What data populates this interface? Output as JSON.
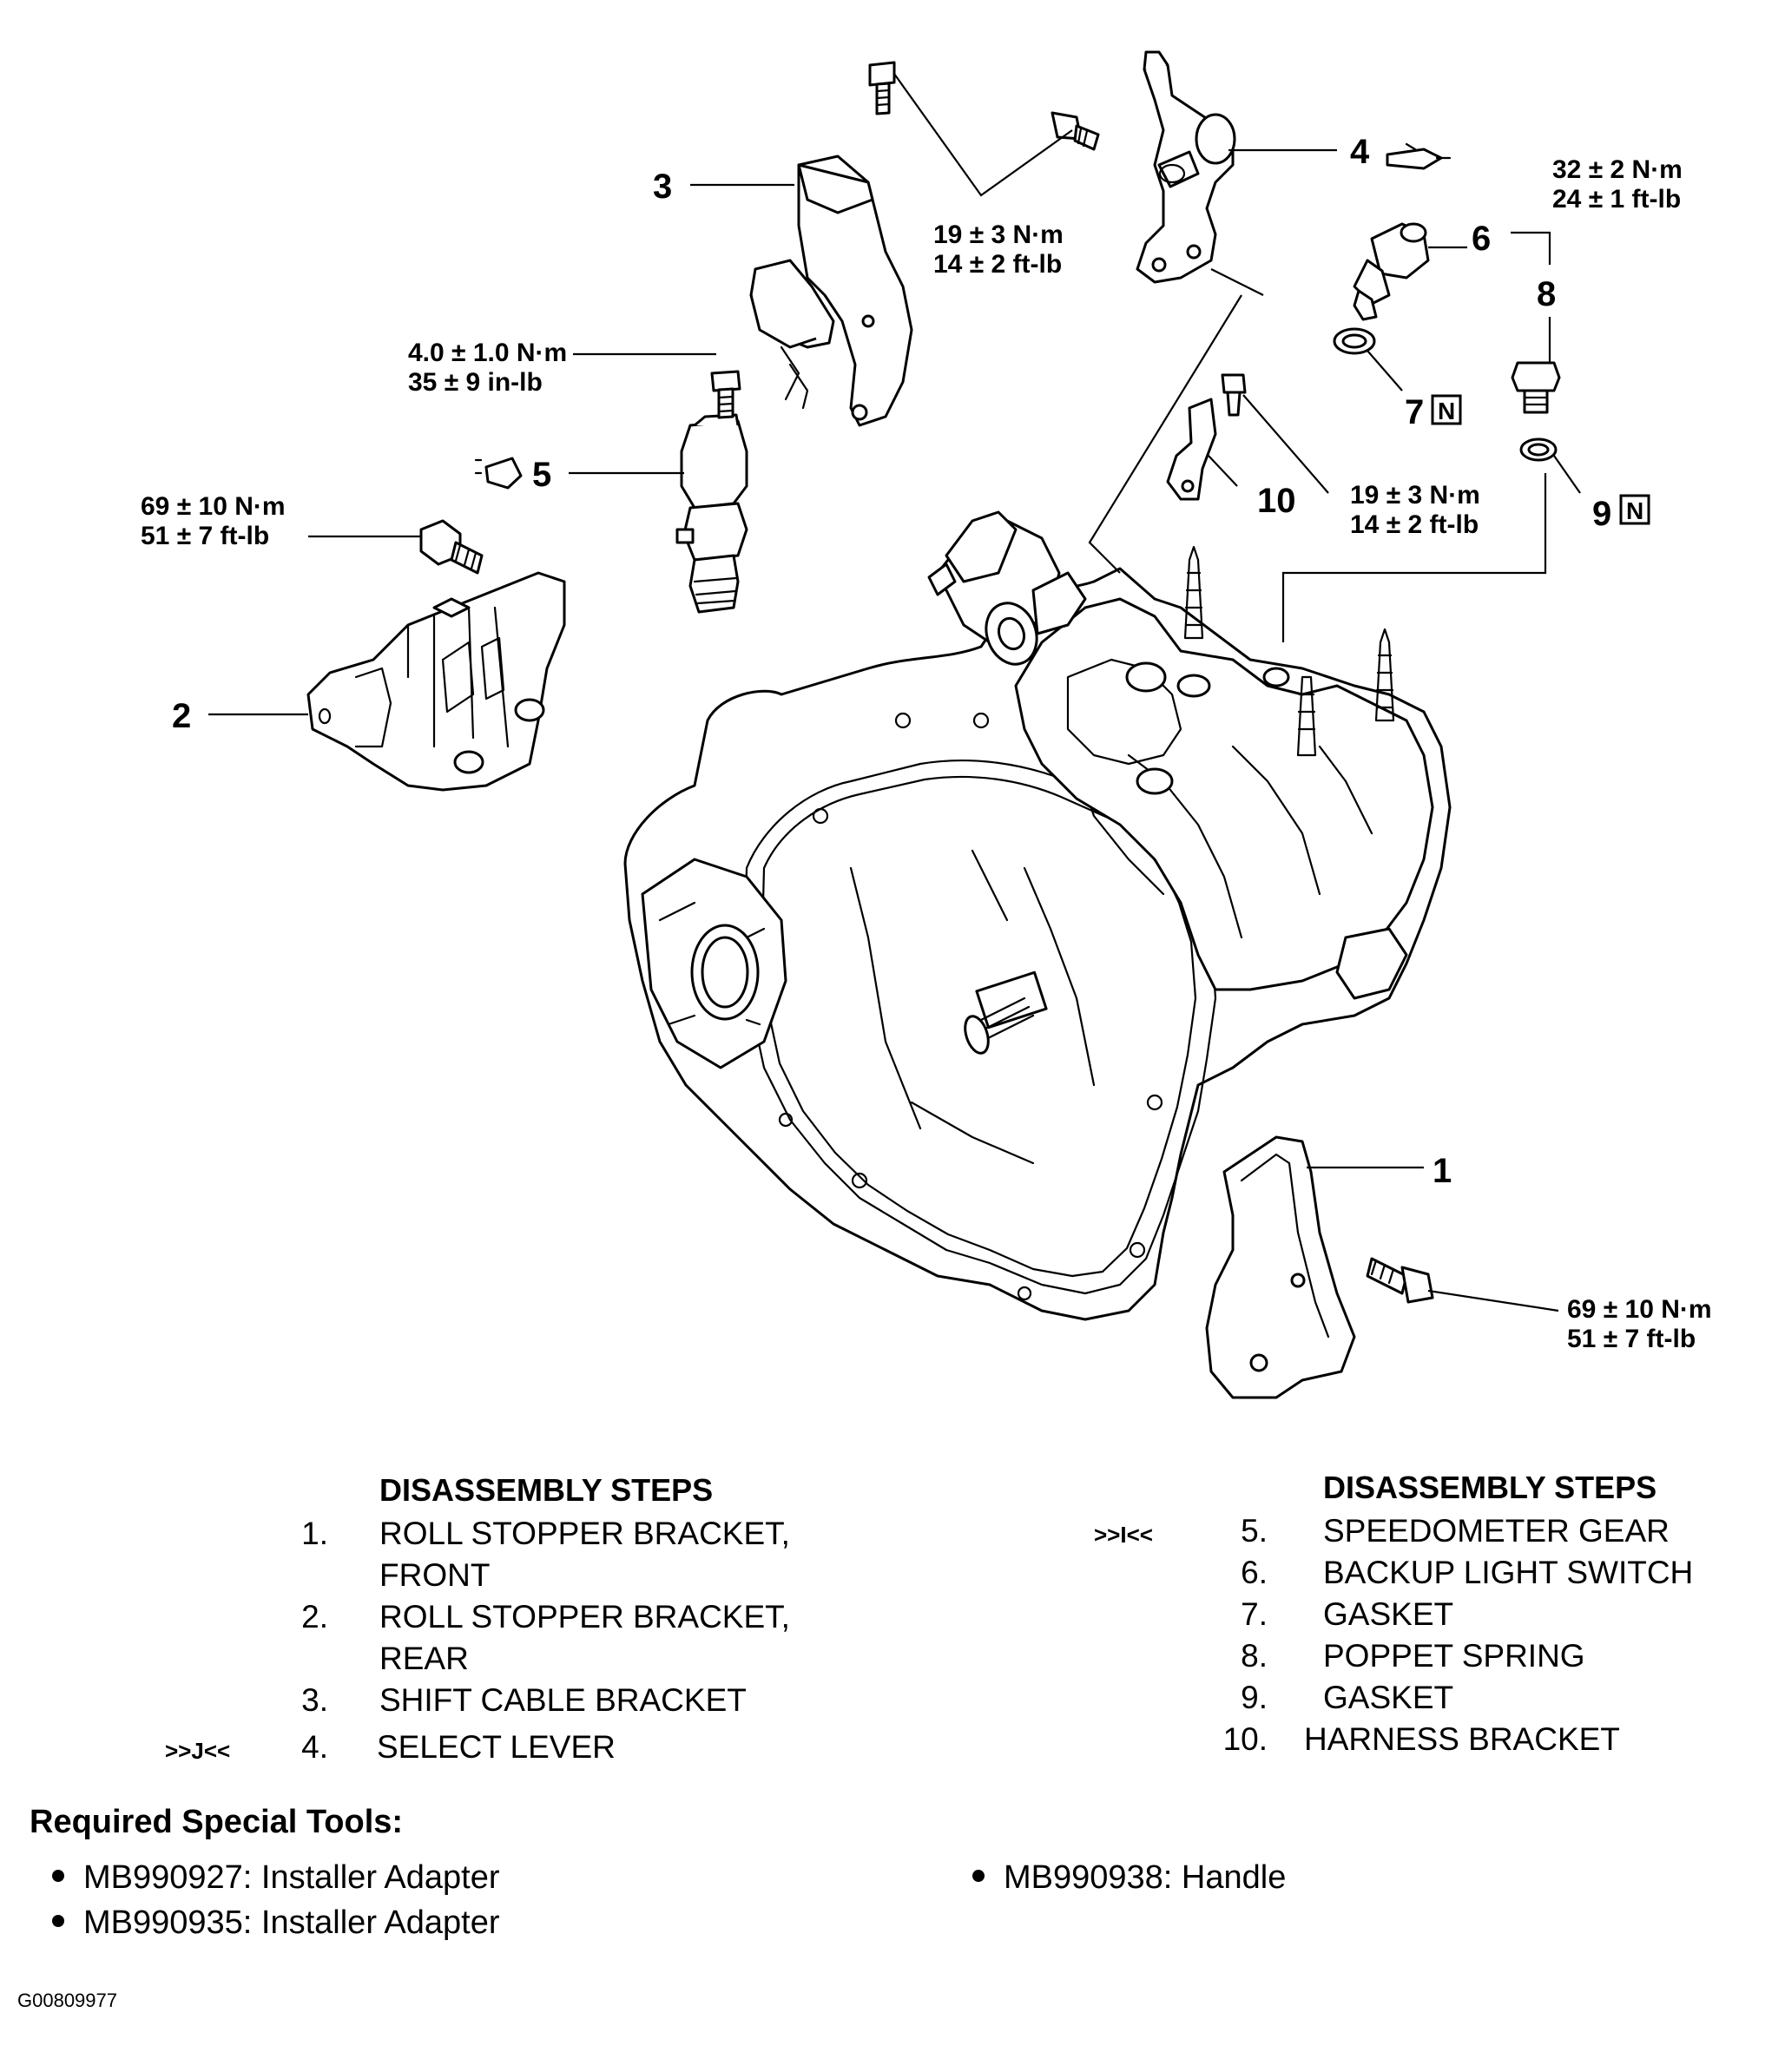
{
  "callouts": [
    "1",
    "2",
    "3",
    "4",
    "5",
    "6",
    "7",
    "8",
    "9",
    "10"
  ],
  "torque_specs": {
    "t3_bolts": [
      "19 ± 3 N·m",
      "14 ± 2 ft-lb"
    ],
    "t5_bolt": [
      "4.0 ± 1.0 N·m",
      "35 ± 9 in-lb"
    ],
    "t2_bolt": [
      "69 ± 10 N·m",
      "51 ± 7 ft-lb"
    ],
    "t68": [
      "32 ± 2 N·m",
      "24 ± 1 ft-lb"
    ],
    "t10_bolt": [
      "19 ± 3 N·m",
      "14 ± 2 ft-lb"
    ],
    "t1_bolt": [
      "69 ± 10 N·m",
      "51 ± 7 ft-lb"
    ]
  },
  "replace_marker": "N",
  "steps_left": {
    "heading": "DISASSEMBLY STEPS",
    "items": [
      {
        "mark": "",
        "num": "1.",
        "text": "ROLL STOPPER BRACKET,"
      },
      {
        "mark": "",
        "num": "",
        "text": "FRONT"
      },
      {
        "mark": "",
        "num": "2.",
        "text": "ROLL STOPPER BRACKET,"
      },
      {
        "mark": "",
        "num": "",
        "text": "REAR"
      },
      {
        "mark": "",
        "num": "3.",
        "text": "SHIFT CABLE BRACKET"
      },
      {
        "mark": ">>J<<",
        "num": "4.",
        "text": "SELECT LEVER"
      }
    ]
  },
  "steps_right": {
    "heading": "DISASSEMBLY STEPS",
    "items": [
      {
        "mark": ">>I<<",
        "num": "5.",
        "text": "SPEEDOMETER GEAR"
      },
      {
        "mark": "",
        "num": "6.",
        "text": "BACKUP LIGHT SWITCH"
      },
      {
        "mark": "",
        "num": "7.",
        "text": "GASKET"
      },
      {
        "mark": "",
        "num": "8.",
        "text": "POPPET SPRING"
      },
      {
        "mark": "",
        "num": "9.",
        "text": "GASKET"
      },
      {
        "mark": "",
        "num": "10.",
        "text": "HARNESS BRACKET"
      }
    ]
  },
  "tools": {
    "title": "Required Special Tools:",
    "items": [
      "MB990927: Installer Adapter",
      "MB990935: Installer Adapter",
      "MB990938: Handle"
    ]
  },
  "figure_code": "G00809977"
}
